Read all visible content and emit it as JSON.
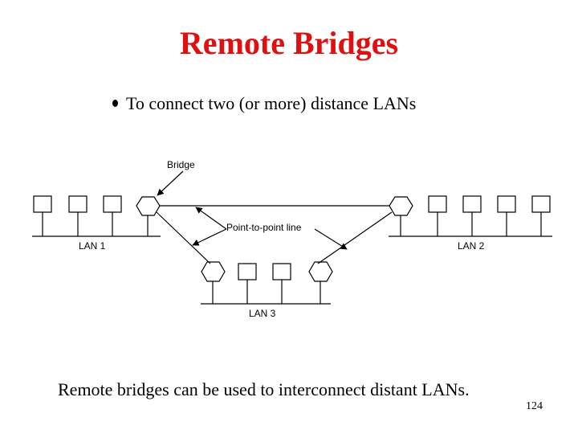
{
  "slide": {
    "title": "Remote Bridges",
    "bullet": "To connect two (or more) distance LANs",
    "caption": "Remote bridges can be used to interconnect distant LANs.",
    "page_number": "124"
  },
  "diagram": {
    "labels": {
      "bridge": "Bridge",
      "point_to_point": "Point-to-point line",
      "lan1": "LAN 1",
      "lan2": "LAN 2",
      "lan3": "LAN 3"
    }
  },
  "colors": {
    "title": "#e01010",
    "text": "#000000",
    "background": "#ffffff"
  }
}
